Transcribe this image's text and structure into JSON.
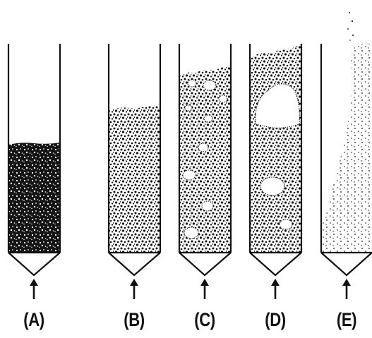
{
  "colors": {
    "ink": "#111111",
    "background": "#ffffff"
  },
  "columns": [
    {
      "id": "A",
      "label": "(A)",
      "state": "packed-bed",
      "fill_level": 0.51
    },
    {
      "id": "B",
      "label": "(B)",
      "state": "expanded-bed",
      "fill_level": 0.69
    },
    {
      "id": "C",
      "label": "(C)",
      "state": "bubbling",
      "fill_level": 0.86
    },
    {
      "id": "D",
      "label": "(D)",
      "state": "slugging",
      "fill_level": 1.0
    },
    {
      "id": "E",
      "label": "(E)",
      "state": "lean-transport",
      "fill_level": 1.0
    }
  ],
  "flow_icon": "up-arrow-icon"
}
